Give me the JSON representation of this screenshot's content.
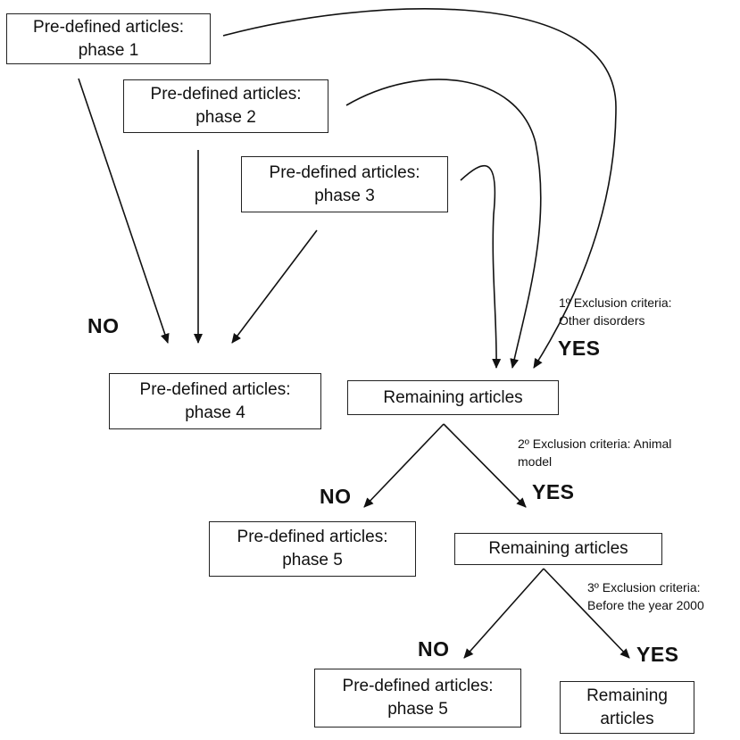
{
  "boxes": {
    "phase1": {
      "line1": "Pre-defined articles:",
      "line2": "phase 1"
    },
    "phase2": {
      "line1": "Pre-defined articles:",
      "line2": "phase 2"
    },
    "phase3": {
      "line1": "Pre-defined articles:",
      "line2": "phase 3"
    },
    "phase4": {
      "line1": "Pre-defined articles:",
      "line2": "phase 4"
    },
    "phase5a": {
      "line1": "Pre-defined articles:",
      "line2": "phase 5"
    },
    "phase5b": {
      "line1": "Pre-defined articles:",
      "line2": "phase 5"
    },
    "remaining1": {
      "line1": "Remaining articles"
    },
    "remaining2": {
      "line1": "Remaining articles"
    },
    "remaining3": {
      "line1": "Remaining",
      "line2": "articles"
    }
  },
  "criteria": {
    "c1": {
      "line1": "1º Exclusion criteria:",
      "line2": "Other disorders"
    },
    "c2": {
      "line1": "2º Exclusion criteria: Animal",
      "line2": "model"
    },
    "c3": {
      "line1": "3º Exclusion criteria:",
      "line2": "Before the year 2000"
    }
  },
  "decisions": {
    "no1": "NO",
    "yes1": "YES",
    "no2": "NO",
    "yes2": "YES",
    "no3": "NO",
    "yes3": "YES"
  }
}
